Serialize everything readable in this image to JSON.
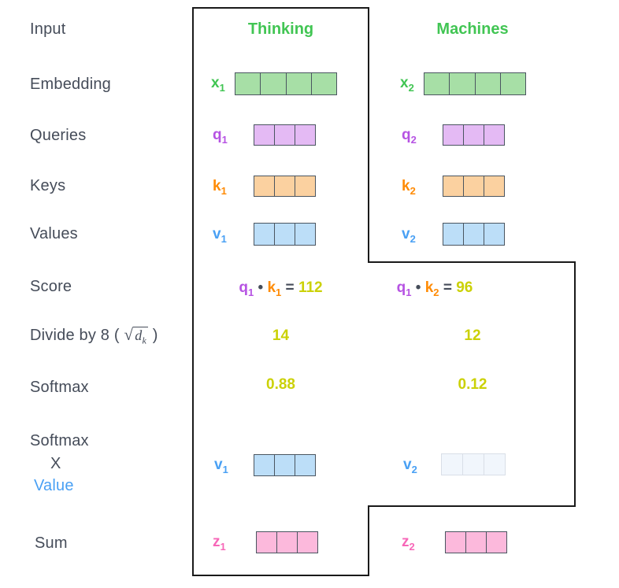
{
  "labels": {
    "input": "Input",
    "embedding": "Embedding",
    "queries": "Queries",
    "keys": "Keys",
    "values": "Values",
    "score": "Score",
    "divide_prefix": "Divide by 8 (",
    "divide_radical": "√",
    "divide_radicand": "d",
    "divide_radicand_sub": "k",
    "divide_suffix": ")",
    "softmax": "Softmax",
    "sxv_line1": "Softmax",
    "sxv_line2": "X",
    "sxv_line3": "Value",
    "sum": "Sum"
  },
  "headers": {
    "col1": "Thinking",
    "col2": "Machines"
  },
  "vectors": {
    "x1": {
      "base": "x",
      "sub": "1",
      "cells": 4
    },
    "x2": {
      "base": "x",
      "sub": "2",
      "cells": 4
    },
    "q1": {
      "base": "q",
      "sub": "1",
      "cells": 3
    },
    "q2": {
      "base": "q",
      "sub": "2",
      "cells": 3
    },
    "k1": {
      "base": "k",
      "sub": "1",
      "cells": 3
    },
    "k2": {
      "base": "k",
      "sub": "2",
      "cells": 3
    },
    "v1": {
      "base": "v",
      "sub": "1",
      "cells": 3
    },
    "v2": {
      "base": "v",
      "sub": "2",
      "cells": 3
    },
    "v1_weighted": {
      "base": "v",
      "sub": "1",
      "cells": 3
    },
    "v2_weighted": {
      "base": "v",
      "sub": "2",
      "cells": 3
    },
    "z1": {
      "base": "z",
      "sub": "1",
      "cells": 3
    },
    "z2": {
      "base": "z",
      "sub": "2",
      "cells": 3
    }
  },
  "score_row": {
    "col1": {
      "q_base": "q",
      "q_sub": "1",
      "dot": "•",
      "k_base": "k",
      "k_sub": "1",
      "eq": "=",
      "value": "112"
    },
    "col2": {
      "q_base": "q",
      "q_sub": "1",
      "dot": "•",
      "k_base": "k",
      "k_sub": "2",
      "eq": "=",
      "value": "96"
    }
  },
  "divide_row": {
    "col1": "14",
    "col2": "12"
  },
  "softmax_row": {
    "col1": "0.88",
    "col2": "0.12"
  },
  "colors": {
    "green": "#41c553",
    "green_fill": "#a7dfa6",
    "purple": "#b653e3",
    "purple_fill": "#e4baf4",
    "orange": "#ff8b05",
    "orange_fill": "#fbd1a0",
    "blue": "#49a0f4",
    "blue_fill": "#bcdef8",
    "pink": "#f767b8",
    "pink_fill": "#fcb9dc",
    "yellow": "#cbd106",
    "text_dark": "#454c59",
    "cell_border": "#4a5560",
    "faded_fill": "#f1f6fc",
    "faded_border": "#d9dfe7",
    "outline": "#1a1a1a"
  }
}
